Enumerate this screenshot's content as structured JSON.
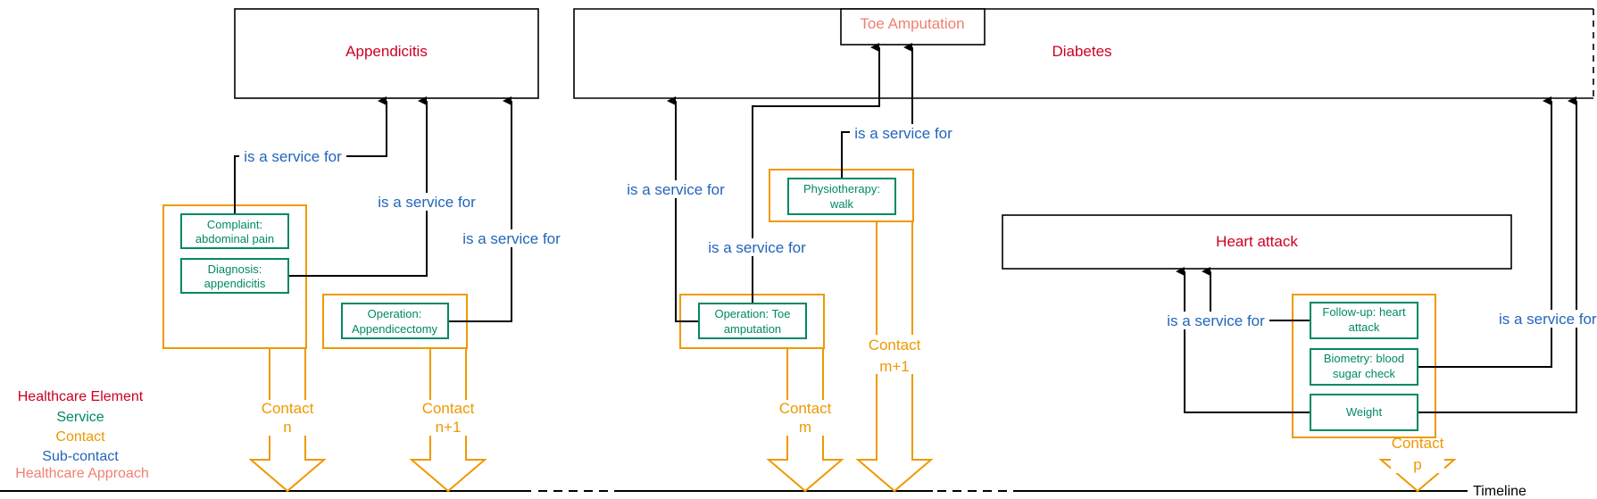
{
  "healthcare_elements": {
    "appendicitis": "Appendicitis",
    "diabetes": "Diabetes",
    "heart_attack": "Heart attack"
  },
  "healthcare_approach": {
    "toe_amputation": "Toe Amputation"
  },
  "services": {
    "complaint": [
      "Complaint:",
      "abdominal pain"
    ],
    "diagnosis": [
      "Diagnosis:",
      "appendicitis"
    ],
    "operation_appendectomy": [
      "Operation:",
      "Appendicectomy"
    ],
    "operation_toe": [
      "Operation: Toe",
      "amputation"
    ],
    "physiotherapy": [
      "Physiotherapy:",
      "walk"
    ],
    "followup": [
      "Follow-up: heart",
      "attack"
    ],
    "biometry": [
      "Biometry: blood",
      "sugar check"
    ],
    "weight": [
      "Weight"
    ]
  },
  "sub_contact_label": "is a service for",
  "contacts": {
    "n": [
      "Contact",
      "n"
    ],
    "n1": [
      "Contact",
      "n+1"
    ],
    "m": [
      "Contact",
      "m"
    ],
    "m1": [
      "Contact",
      "m+1"
    ],
    "p": [
      "Contact",
      "p"
    ]
  },
  "legend": {
    "healthcare_element": "Healthcare Element",
    "service": "Service",
    "contact": "Contact",
    "sub_contact": "Sub-contact",
    "healthcare_approach": "Healthcare Approach"
  },
  "timeline_label": "Timeline",
  "colors": {
    "healthcare_element": "#cc0022",
    "service": "#008866",
    "contact": "#ee9900",
    "sub_contact": "#2266bb",
    "healthcare_approach": "#f08070"
  }
}
